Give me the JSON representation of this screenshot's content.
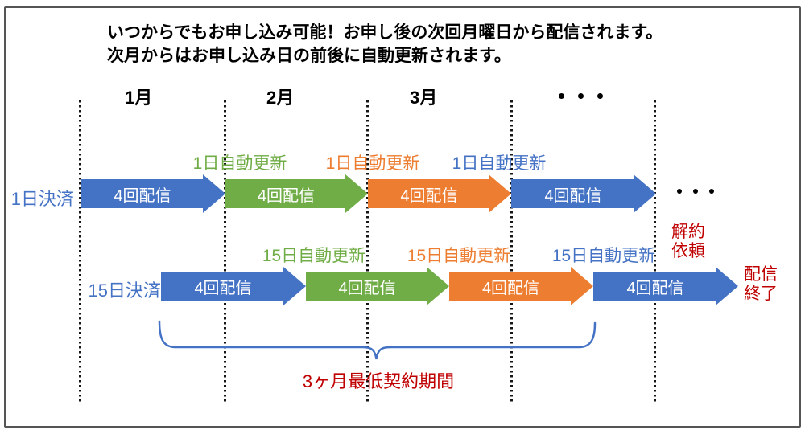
{
  "title": {
    "line1": "いつからでもお申し込み可能！お申し後の次回月曜日から配信されます。",
    "line2": "次月からはお申し込み日の前後に自動更新されます。"
  },
  "months": [
    "1月",
    "2月",
    "3月"
  ],
  "months_ellipsis": "・・・",
  "rows": [
    {
      "payment": "1日決済",
      "arrows": [
        "4回配信",
        "4回配信",
        "4回配信",
        "4回配信"
      ],
      "arrow_colors": [
        "blue",
        "green",
        "orange",
        "blue"
      ],
      "renewals": [
        "1日自動更新",
        "1日自動更新",
        "1日自動更新"
      ],
      "renewal_colors": [
        "green",
        "orange",
        "blue"
      ],
      "ellipsis": "・・・"
    },
    {
      "payment": "15日決済",
      "arrows": [
        "4回配信",
        "4回配信",
        "4回配信",
        "4回配信"
      ],
      "arrow_colors": [
        "blue",
        "green",
        "orange",
        "blue"
      ],
      "renewals": [
        "15日自動更新",
        "15日自動更新",
        "15日自動更新"
      ],
      "renewal_colors": [
        "green",
        "orange",
        "blue"
      ],
      "cancel_label": "解約\n依頼",
      "end_label": "配信\n終了"
    }
  ],
  "brace_label": "3ヶ月最低契約期間",
  "colors": {
    "arrow_blue": "#4472C4",
    "arrow_green": "#70AD47",
    "arrow_orange": "#ED7D31",
    "red_text": "#C00000",
    "brace": "#4472C4"
  }
}
